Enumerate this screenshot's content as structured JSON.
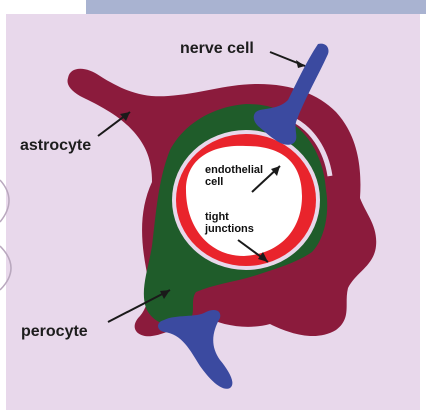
{
  "colors": {
    "background": "#e8d8eb",
    "header_band": "#a9b3d1",
    "astrocyte": "#8b1b3c",
    "pericyte": "#1f5c2a",
    "endothelial": "#e9242c",
    "lumen": "#ffffff",
    "nerve_cell": "#3b4aa0",
    "pointer": "#1a1a1a"
  },
  "labels": {
    "nerve_cell": "nerve cell",
    "astrocyte": "astrocyte",
    "endothelial_cell": [
      "endothelial",
      "cell"
    ],
    "tight_junctions": [
      "tight",
      "junctions"
    ],
    "pericyte": "perocyte"
  }
}
